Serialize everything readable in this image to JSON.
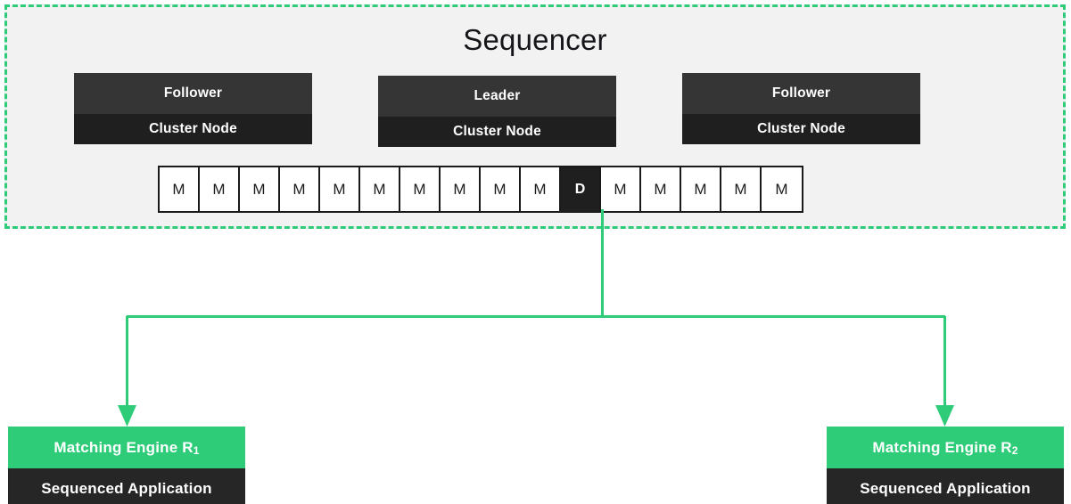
{
  "diagram": {
    "title": "Sequencer",
    "colors": {
      "accent_green": "#2ecc78",
      "panel_background": "#f2f2f2",
      "node_role_dark": "#353535",
      "node_kind_dark": "#1f1f1f",
      "app_kind_dark": "#262626",
      "page_background": "#ffffff"
    }
  },
  "sequencer": {
    "title": "Sequencer",
    "nodes": [
      {
        "role": "Follower",
        "kind": "Cluster Node"
      },
      {
        "role": "Leader",
        "kind": "Cluster Node"
      },
      {
        "role": "Follower",
        "kind": "Cluster Node"
      }
    ],
    "log": {
      "cells": [
        {
          "label": "M",
          "marked": false
        },
        {
          "label": "M",
          "marked": false
        },
        {
          "label": "M",
          "marked": false
        },
        {
          "label": "M",
          "marked": false
        },
        {
          "label": "M",
          "marked": false
        },
        {
          "label": "M",
          "marked": false
        },
        {
          "label": "M",
          "marked": false
        },
        {
          "label": "M",
          "marked": false
        },
        {
          "label": "M",
          "marked": false
        },
        {
          "label": "M",
          "marked": false
        },
        {
          "label": "D",
          "marked": true
        },
        {
          "label": "M",
          "marked": false
        },
        {
          "label": "M",
          "marked": false
        },
        {
          "label": "M",
          "marked": false
        },
        {
          "label": "M",
          "marked": false
        },
        {
          "label": "M",
          "marked": false
        }
      ]
    }
  },
  "applications": [
    {
      "name_base": "Matching Engine R",
      "name_sub": "1",
      "kind": "Sequenced Application"
    },
    {
      "name_base": "Matching Engine R",
      "name_sub": "2",
      "kind": "Sequenced Application"
    }
  ]
}
